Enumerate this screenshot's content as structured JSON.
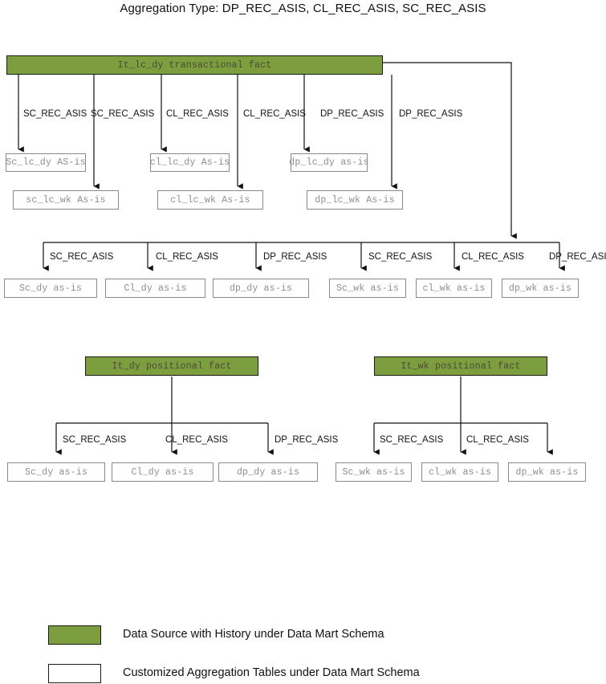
{
  "title": "Aggregation Type: DP_REC_ASIS, CL_REC_ASIS, SC_REC_ASIS",
  "colors": {
    "fact_fill": "#7d9e3e",
    "agg_fill": "#ffffff",
    "stroke": "#1a1a1a"
  },
  "facts": {
    "lc_dy": "It_lc_dy transactional fact",
    "dy_positional": "It_dy positional fact",
    "wk_positional": "It_wk positional fact"
  },
  "nodes": {
    "sc_lc_dy": "Sc_lc_dy AS-is",
    "cl_lc_dy": "cl_lc_dy As-is",
    "dp_lc_dy": "dp_lc_dy as-is",
    "sc_lc_wk": "sc_lc_wk As-is",
    "cl_lc_wk": "cl_lc_wk As-is",
    "dp_lc_wk": "dp_lc_wk As-is",
    "sc_dy_a": "Sc_dy as-is",
    "cl_dy_a": "Cl_dy as-is",
    "dp_dy_a": "dp_dy as-is",
    "sc_wk_a": "Sc_wk as-is",
    "cl_wk_a": "cl_wk as-is",
    "dp_wk_a": "dp_wk as-is",
    "sc_dy_b": "Sc_dy as-is",
    "cl_dy_b": "Cl_dy as-is",
    "dp_dy_b": "dp_dy as-is",
    "sc_wk_b": "Sc_wk as-is",
    "cl_wk_b": "cl_wk as-is",
    "dp_wk_b": "dp_wk as-is"
  },
  "edge_labels": {
    "sc": "SC_REC_ASIS",
    "cl": "CL_REC_ASIS",
    "dp": "DP_REC_ASIS",
    "row1": [
      "SC_REC_ASIS",
      "SC_REC_ASIS",
      "CL_REC_ASIS",
      "CL_REC_ASIS",
      "DP_REC_ASIS",
      "DP_REC_ASIS"
    ],
    "row2": [
      "SC_REC_ASIS",
      "CL_REC_ASIS",
      "DP_REC_ASIS",
      "SC_REC_ASIS",
      "CL_REC_ASIS",
      "DP_REC_ASIS"
    ],
    "row3_left": [
      "SC_REC_ASIS",
      "CL_REC_ASIS",
      "DP_REC_ASIS"
    ],
    "row3_right": [
      "SC_REC_ASIS",
      "CL_REC_ASIS"
    ]
  },
  "legend": [
    {
      "swatch": "green",
      "text": "Data Source with History under Data Mart Schema"
    },
    {
      "swatch": "white",
      "text": "Customized Aggregation Tables under Data Mart Schema"
    }
  ]
}
